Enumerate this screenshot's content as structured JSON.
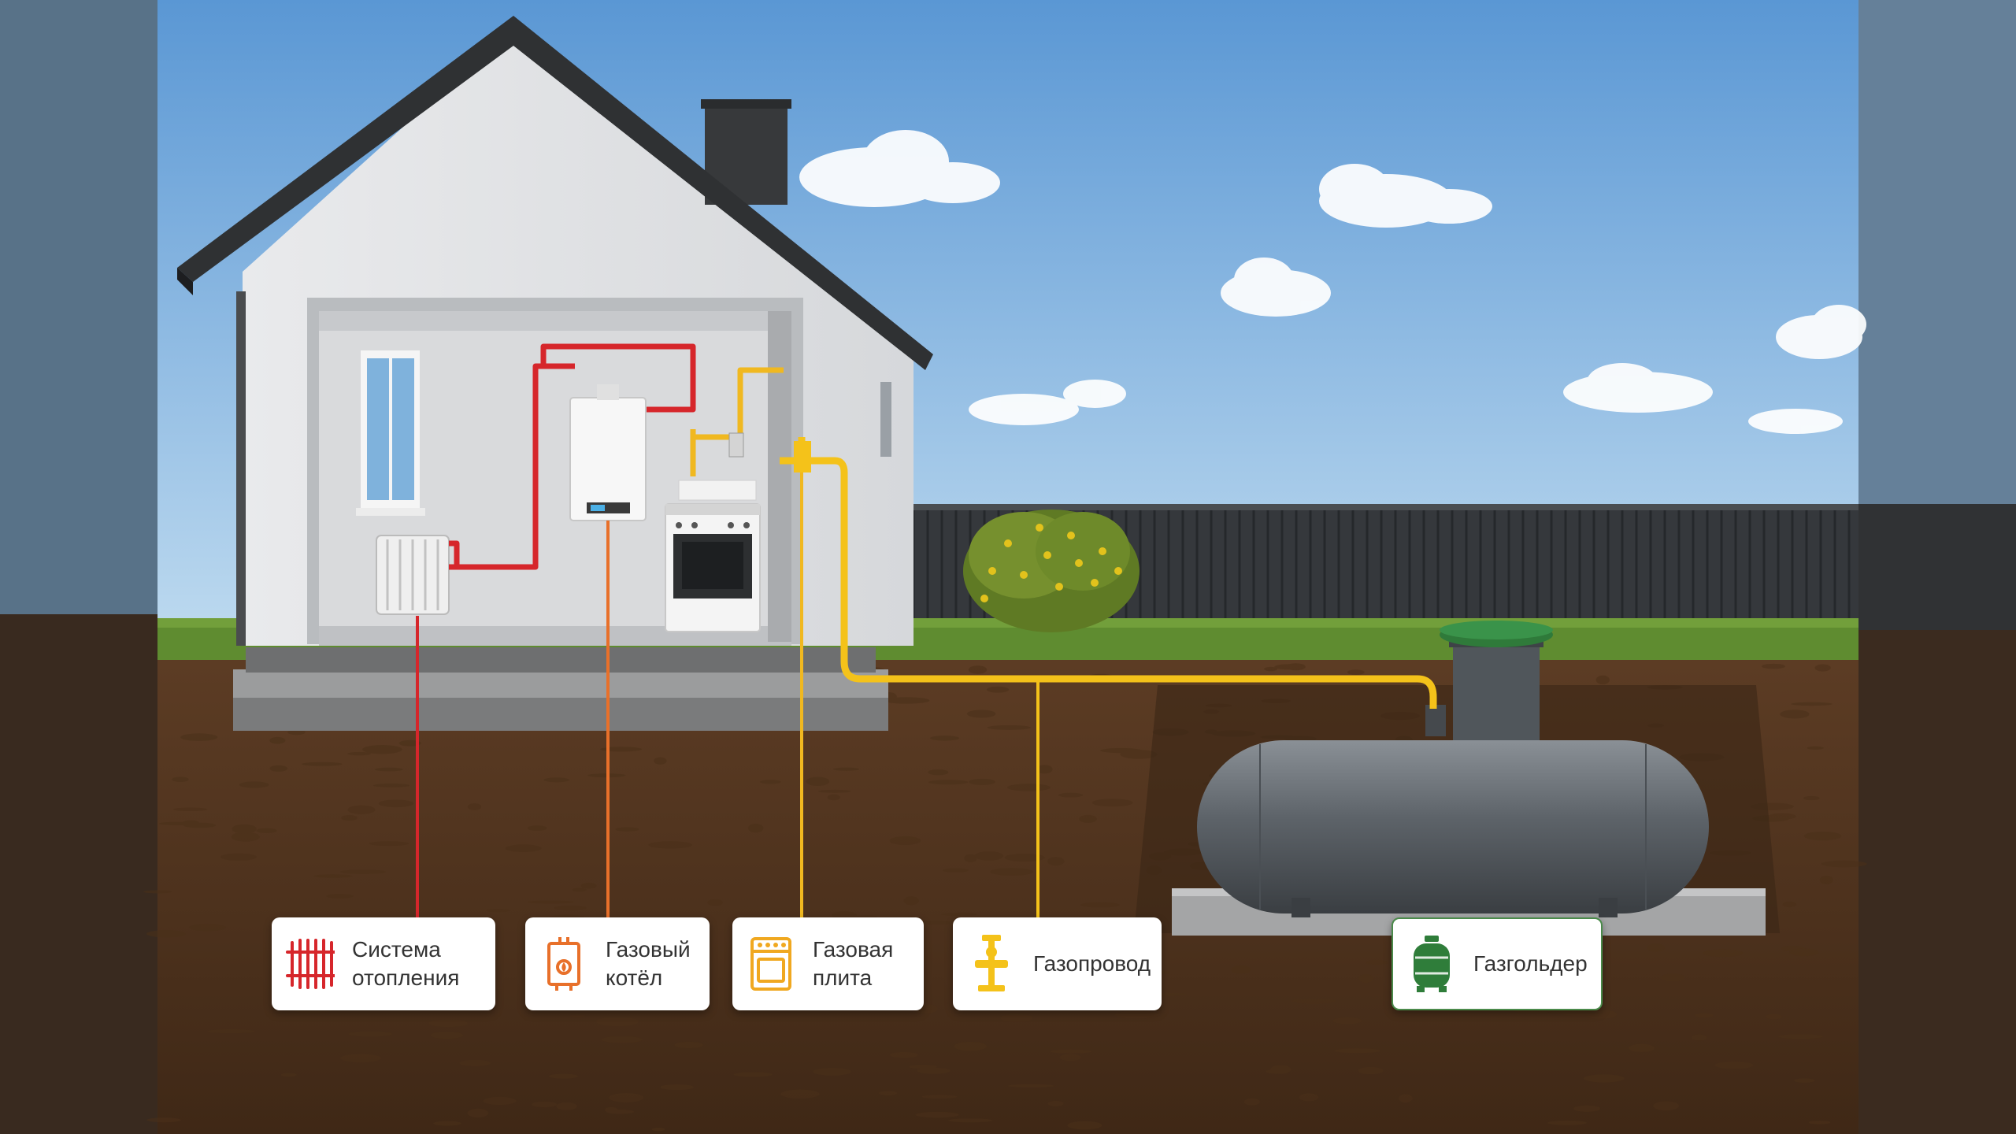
{
  "labels": {
    "heating": "Система\nотопления",
    "boiler": "Газовый\nкотёл",
    "stove": "Газовая\nплита",
    "pipeline": "Газопровод",
    "tank": "Газгольдер"
  },
  "icons": {
    "heating": "radiator-icon",
    "boiler": "boiler-icon",
    "stove": "stove-icon",
    "pipeline": "gas-valve-icon",
    "tank": "gas-tank-icon"
  },
  "colors": {
    "heating": "#d6262b",
    "boiler": "#e8702a",
    "stove": "#f0a820",
    "pipeline": "#f2c01a",
    "tank": "#2f7d3a",
    "sky_top": "#5d9ad6",
    "soil": "#5a3a22",
    "grass": "#5e8a2e"
  }
}
